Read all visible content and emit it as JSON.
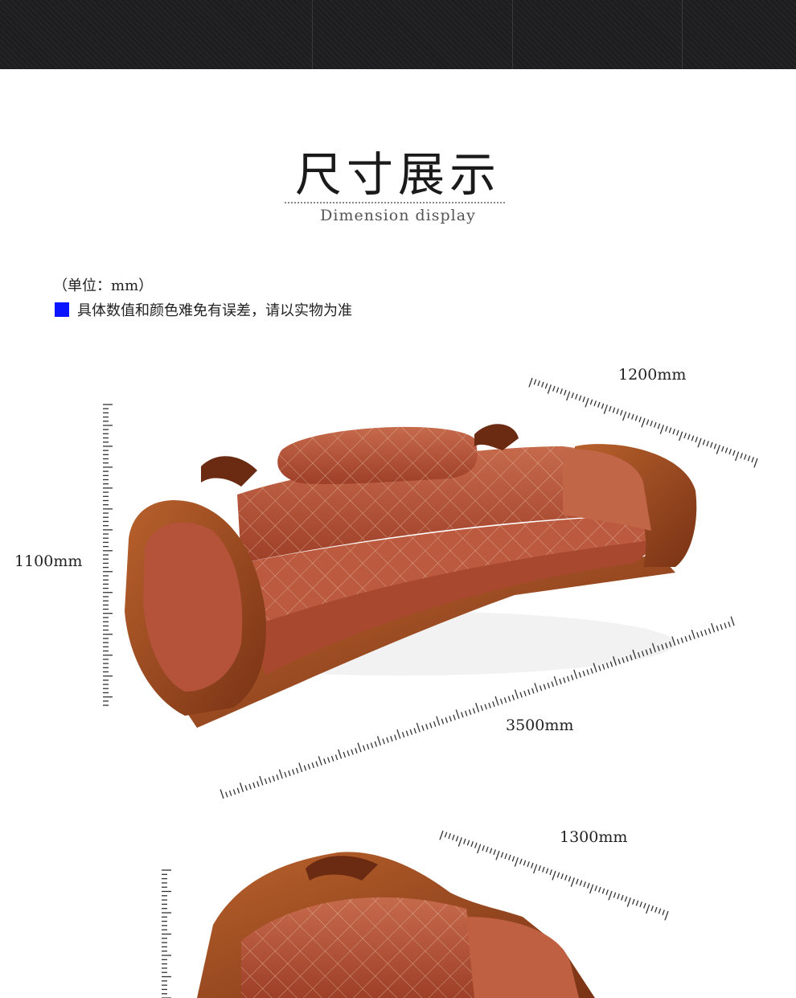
{
  "header": {
    "title": "尺寸展示",
    "subtitle": "Dimension display"
  },
  "notes": {
    "unit": "（单位：mm）",
    "disclaimer": "具体数值和颜色难免有误差，请以实物为准"
  },
  "sofa_1": {
    "depth_label": "1200mm",
    "height_label": "1100mm",
    "width_label": "3500mm"
  },
  "sofa_2": {
    "depth_label": "1300mm"
  },
  "colors": {
    "banner": "#1d1d1f",
    "leather": "#b5533a",
    "wood": "#9a4a20",
    "note_marker": "#0a14ff"
  }
}
